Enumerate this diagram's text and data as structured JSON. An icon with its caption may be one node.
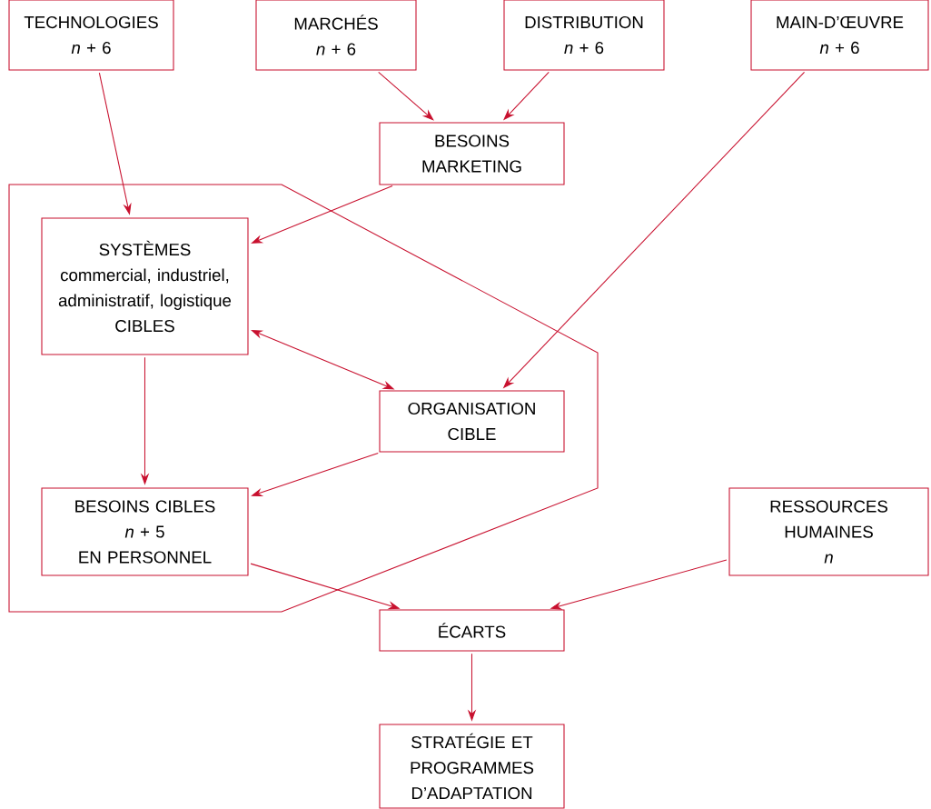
{
  "diagram": {
    "nodes": [
      {
        "text": [
          "TECHNOLOGIES",
          "*n* + 6"
        ]
      },
      {
        "text": [
          "MARCHÉS",
          "*n* + 6"
        ]
      },
      {
        "text": [
          "DISTRIBUTION",
          "*n* + 6"
        ]
      },
      {
        "text": [
          "MAIN-D’ŒUVRE",
          "*n* + 6"
        ]
      },
      {
        "text": [
          "BESOINS MARKETING"
        ]
      },
      {
        "text": [
          "SYSTÈMES",
          "commercial, industriel, administratif, logistique",
          "CIBLES"
        ]
      },
      {
        "text": [
          "ORGANISATION CIBLE"
        ]
      },
      {
        "text": [
          "BESOINS CIBLES",
          "*n* + 5",
          "EN PERSONNEL"
        ]
      },
      {
        "text": [
          "RESSOURCES HUMAINES",
          "*n*"
        ]
      },
      {
        "text": [
          "ÉCARTS"
        ]
      },
      {
        "text": [
          "STRATÉGIE ET PROGRAMMES D’ADAPTATION"
        ]
      }
    ],
    "edges": [
      {
        "from": 0,
        "to": 5,
        "arrow": "to"
      },
      {
        "from": 1,
        "to": 4,
        "arrow": "to"
      },
      {
        "from": 2,
        "to": 4,
        "arrow": "to"
      },
      {
        "from": 4,
        "to": 5,
        "arrow": "to"
      },
      {
        "from": 3,
        "to": 6,
        "arrow": "to"
      },
      {
        "from": 5,
        "to": 6,
        "arrow": "both"
      },
      {
        "from": 5,
        "to": 7,
        "arrow": "to"
      },
      {
        "from": 6,
        "to": 7,
        "arrow": "to"
      },
      {
        "from": 7,
        "to": 9,
        "arrow": "to"
      },
      {
        "from": 8,
        "to": 9,
        "arrow": "to"
      },
      {
        "from": 9,
        "to": 10,
        "arrow": "to"
      }
    ]
  }
}
